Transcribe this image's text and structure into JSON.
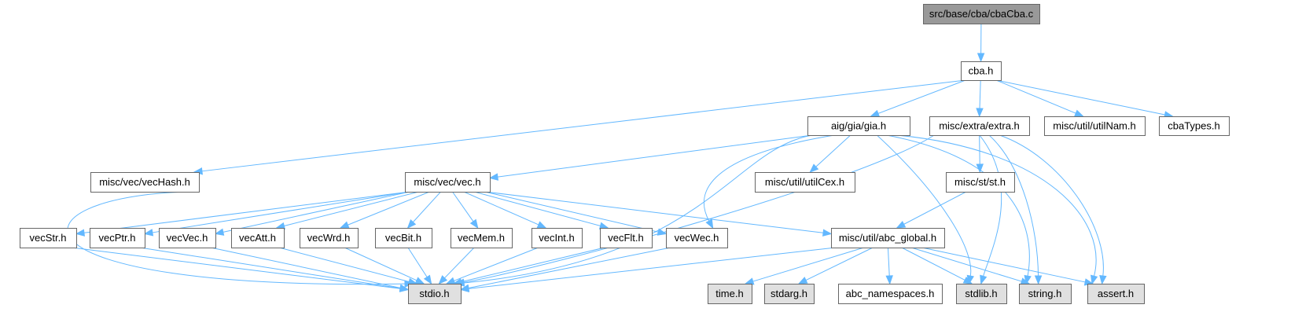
{
  "title": "Include dependency graph for cbaCba.c",
  "colors": {
    "edge": "#63b8ff",
    "root_fill": "#999999",
    "system_fill": "#e0e0e0",
    "node_fill": "#ffffff",
    "border": "#666666"
  },
  "nodes": [
    {
      "id": "cbaCba",
      "label": "src/base/cba/cbaCba.c",
      "kind": "root"
    },
    {
      "id": "cba",
      "label": "cba.h",
      "kind": "header"
    },
    {
      "id": "gia",
      "label": "aig/gia/gia.h",
      "kind": "header"
    },
    {
      "id": "extra",
      "label": "misc/extra/extra.h",
      "kind": "header"
    },
    {
      "id": "utilNam",
      "label": "misc/util/utilNam.h",
      "kind": "header"
    },
    {
      "id": "cbaTypes",
      "label": "cbaTypes.h",
      "kind": "header"
    },
    {
      "id": "vecHash",
      "label": "misc/vec/vecHash.h",
      "kind": "header"
    },
    {
      "id": "vec",
      "label": "misc/vec/vec.h",
      "kind": "header"
    },
    {
      "id": "utilCex",
      "label": "misc/util/utilCex.h",
      "kind": "header"
    },
    {
      "id": "st",
      "label": "misc/st/st.h",
      "kind": "header"
    },
    {
      "id": "vecStr",
      "label": "vecStr.h",
      "kind": "header"
    },
    {
      "id": "vecPtr",
      "label": "vecPtr.h",
      "kind": "header"
    },
    {
      "id": "vecVec",
      "label": "vecVec.h",
      "kind": "header"
    },
    {
      "id": "vecAtt",
      "label": "vecAtt.h",
      "kind": "header"
    },
    {
      "id": "vecWrd",
      "label": "vecWrd.h",
      "kind": "header"
    },
    {
      "id": "vecBit",
      "label": "vecBit.h",
      "kind": "header"
    },
    {
      "id": "vecMem",
      "label": "vecMem.h",
      "kind": "header"
    },
    {
      "id": "vecInt",
      "label": "vecInt.h",
      "kind": "header"
    },
    {
      "id": "vecFlt",
      "label": "vecFlt.h",
      "kind": "header"
    },
    {
      "id": "vecWec",
      "label": "vecWec.h",
      "kind": "header"
    },
    {
      "id": "abc_global",
      "label": "misc/util/abc_global.h",
      "kind": "header"
    },
    {
      "id": "stdio",
      "label": "stdio.h",
      "kind": "system"
    },
    {
      "id": "time",
      "label": "time.h",
      "kind": "system"
    },
    {
      "id": "stdarg",
      "label": "stdarg.h",
      "kind": "system"
    },
    {
      "id": "abc_namespaces",
      "label": "abc_namespaces.h",
      "kind": "header"
    },
    {
      "id": "stdlib",
      "label": "stdlib.h",
      "kind": "system"
    },
    {
      "id": "string",
      "label": "string.h",
      "kind": "system"
    },
    {
      "id": "assert",
      "label": "assert.h",
      "kind": "system"
    }
  ],
  "edges": [
    [
      "cbaCba",
      "cba"
    ],
    [
      "cba",
      "vecHash"
    ],
    [
      "cba",
      "gia"
    ],
    [
      "cba",
      "extra"
    ],
    [
      "cba",
      "utilNam"
    ],
    [
      "cba",
      "cbaTypes"
    ],
    [
      "gia",
      "vec"
    ],
    [
      "gia",
      "utilCex"
    ],
    [
      "gia",
      "vecWec"
    ],
    [
      "gia",
      "stdio"
    ],
    [
      "gia",
      "stdlib"
    ],
    [
      "gia",
      "string"
    ],
    [
      "gia",
      "assert"
    ],
    [
      "extra",
      "st"
    ],
    [
      "extra",
      "stdio"
    ],
    [
      "extra",
      "stdlib"
    ],
    [
      "extra",
      "string"
    ],
    [
      "extra",
      "assert"
    ],
    [
      "vecHash",
      "stdio"
    ],
    [
      "vec",
      "vecStr"
    ],
    [
      "vec",
      "vecPtr"
    ],
    [
      "vec",
      "vecVec"
    ],
    [
      "vec",
      "vecAtt"
    ],
    [
      "vec",
      "vecWrd"
    ],
    [
      "vec",
      "vecBit"
    ],
    [
      "vec",
      "vecMem"
    ],
    [
      "vec",
      "vecInt"
    ],
    [
      "vec",
      "vecFlt"
    ],
    [
      "vec",
      "vecWec"
    ],
    [
      "vec",
      "abc_global"
    ],
    [
      "st",
      "abc_global"
    ],
    [
      "vecStr",
      "stdio"
    ],
    [
      "vecPtr",
      "stdio"
    ],
    [
      "vecVec",
      "stdio"
    ],
    [
      "vecAtt",
      "stdio"
    ],
    [
      "vecWrd",
      "stdio"
    ],
    [
      "vecBit",
      "stdio"
    ],
    [
      "vecMem",
      "stdio"
    ],
    [
      "vecInt",
      "stdio"
    ],
    [
      "vecFlt",
      "stdio"
    ],
    [
      "vecWec",
      "stdio"
    ],
    [
      "abc_global",
      "stdio"
    ],
    [
      "abc_global",
      "time"
    ],
    [
      "abc_global",
      "stdarg"
    ],
    [
      "abc_global",
      "abc_namespaces"
    ],
    [
      "abc_global",
      "stdlib"
    ],
    [
      "abc_global",
      "string"
    ],
    [
      "abc_global",
      "assert"
    ]
  ]
}
